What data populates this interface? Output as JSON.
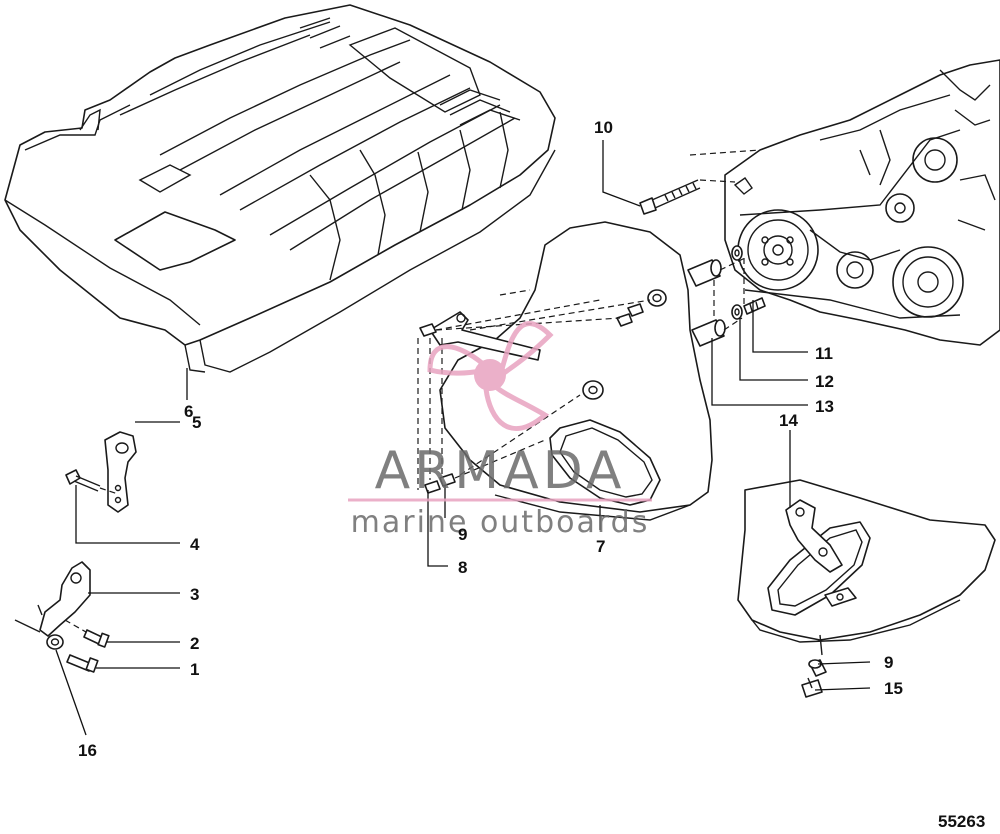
{
  "diagram": {
    "reference_number": "55263",
    "callouts": [
      {
        "id": "c1",
        "label": "1"
      },
      {
        "id": "c2",
        "label": "2"
      },
      {
        "id": "c3",
        "label": "3"
      },
      {
        "id": "c4",
        "label": "4"
      },
      {
        "id": "c5",
        "label": "5"
      },
      {
        "id": "c6",
        "label": "6"
      },
      {
        "id": "c7",
        "label": "7"
      },
      {
        "id": "c8",
        "label": "8"
      },
      {
        "id": "c9a",
        "label": "9"
      },
      {
        "id": "c9b",
        "label": "9"
      },
      {
        "id": "c10",
        "label": "10"
      },
      {
        "id": "c11",
        "label": "11"
      },
      {
        "id": "c12",
        "label": "12"
      },
      {
        "id": "c13",
        "label": "13"
      },
      {
        "id": "c14",
        "label": "14"
      },
      {
        "id": "c15",
        "label": "15"
      },
      {
        "id": "c16",
        "label": "16"
      }
    ]
  },
  "watermark": {
    "brand": "ARMADA",
    "tagline": "marine outboards",
    "color": "#e8a3c0",
    "logo_icon": "propeller-logo-icon"
  },
  "colors": {
    "line": "#1a1a1a",
    "background": "#ffffff"
  }
}
